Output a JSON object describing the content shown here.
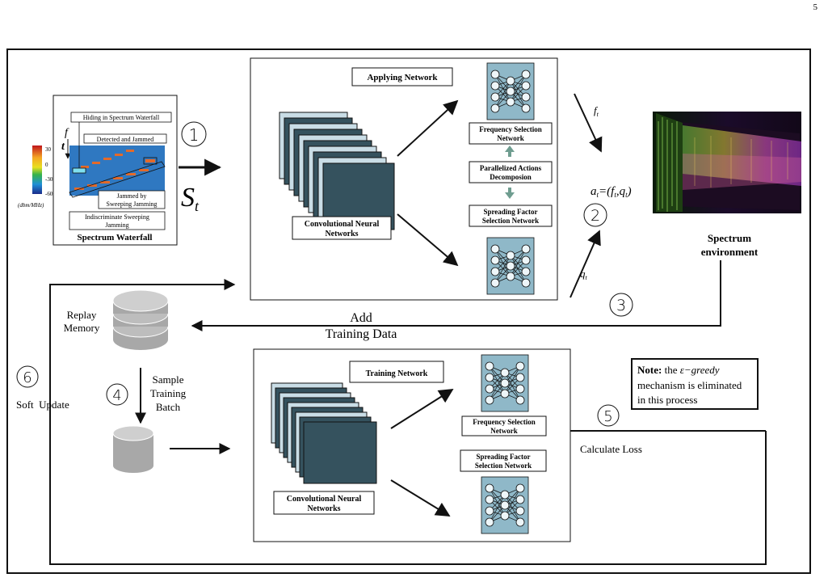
{
  "page_number": "5",
  "waterfall": {
    "caption": "Spectrum Waterfall",
    "hiding": "Hiding in Spectrum Waterfall",
    "detected": "Detected and Jammed",
    "jammed_sweep_1": "Jammed by",
    "jammed_sweep_2": "Sweeping Jamming",
    "indiscriminate_1": "Indiscriminate Sweeping",
    "indiscriminate_2": "Jamming",
    "f_axis": "f",
    "t_axis": "t",
    "colorbar_ticks": [
      "30",
      "0",
      "-30",
      "-60"
    ],
    "unit": "(dbm/MHz)"
  },
  "state_label": "S",
  "state_sub": "t",
  "steps": [
    "1",
    "2",
    "3",
    "4",
    "5",
    "6"
  ],
  "applying": {
    "title": "Applying Network",
    "cnn_1": "Convolutional Neural",
    "cnn_2": "Networks",
    "freq_1": "Frequency Selection",
    "freq_2": "Network",
    "parallel_1": "Parallelized Actions",
    "parallel_2": "Decomposion",
    "sf_1": "Spreading Factor",
    "sf_2": "Selection Network"
  },
  "action": {
    "f": "f",
    "q": "q",
    "sub": "t",
    "a_eq_prefix": "a",
    "a_eq_body": "=(f",
    "a_eq_mid": ",q",
    "a_eq_end": ")"
  },
  "environment": {
    "line1": "Spectrum",
    "line2": "environment"
  },
  "replay": {
    "line1": "Replay",
    "line2": "Memory"
  },
  "add_data": {
    "line1": "Add",
    "line2": "Training Data"
  },
  "soft_update": "Soft  Update",
  "sample": {
    "line1": "Sample",
    "line2": "Training",
    "line3": "Batch"
  },
  "training": {
    "title": "Training Network",
    "cnn_1": "Convolutional Neural",
    "cnn_2": "Networks",
    "freq_1": "Frequency Selection",
    "freq_2": "Network",
    "sf_1": "Spreading Factor",
    "sf_2": "Selection Network"
  },
  "note": {
    "bold": "Note:",
    "text1": " the ",
    "italic": "ε−greedy",
    "line2": "mechanism is eliminated",
    "line3": "in this process"
  },
  "calc_loss": "Calculate Loss"
}
